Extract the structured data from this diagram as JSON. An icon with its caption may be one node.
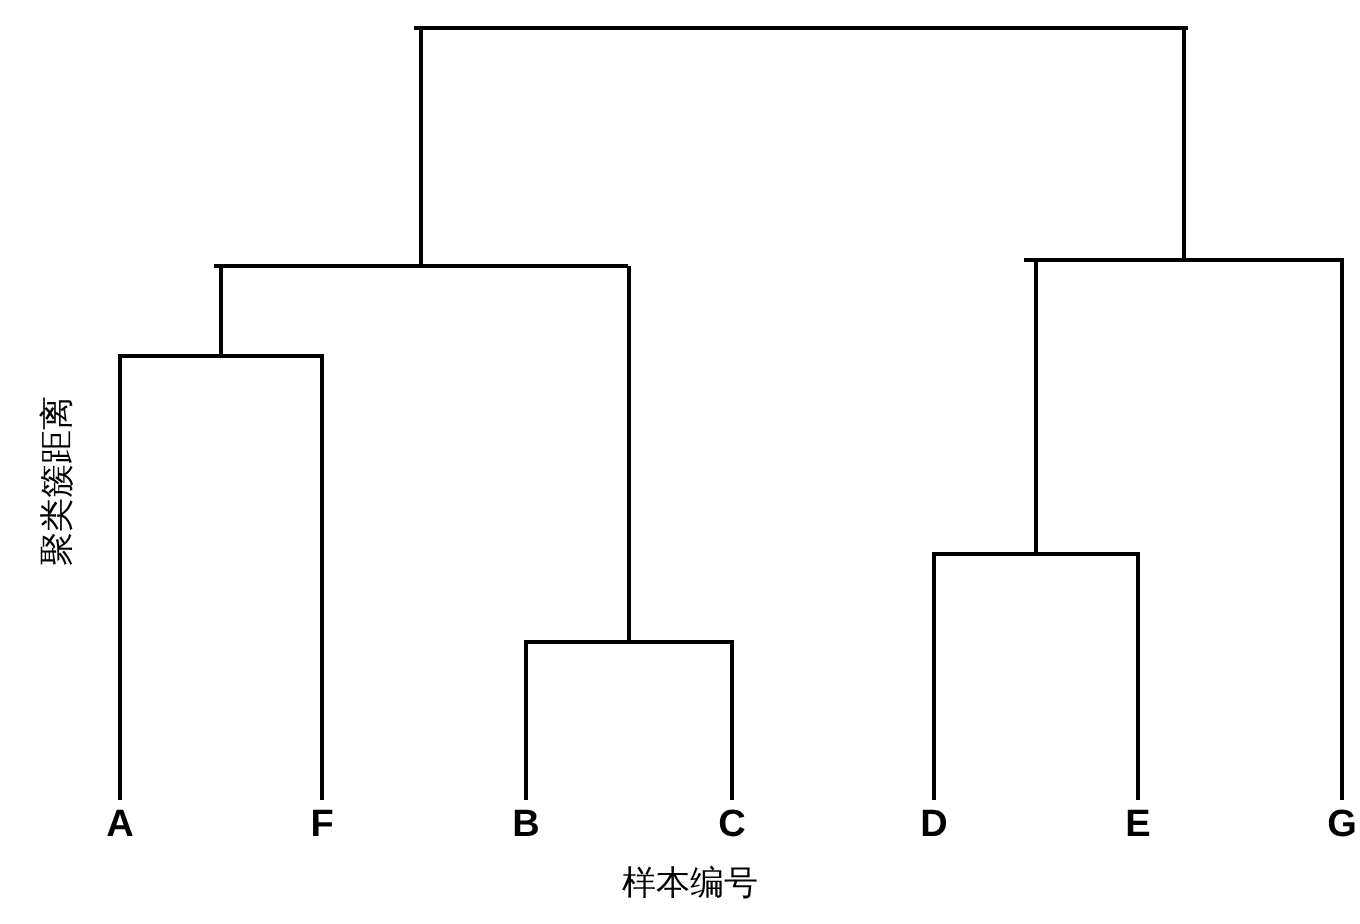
{
  "diagram": {
    "nodes": [
      {
        "text": [],
        "shape": "bar"
      },
      {
        "text": [],
        "shape": "bar"
      },
      {
        "text": [],
        "shape": "bar"
      },
      {
        "text": [],
        "shape": "bar"
      },
      {
        "text": [],
        "shape": "bar"
      },
      {
        "text": [],
        "shape": "bar"
      },
      {
        "text": [
          "A"
        ]
      },
      {
        "text": [
          "F"
        ]
      },
      {
        "text": [
          "B"
        ]
      },
      {
        "text": [
          "C"
        ]
      },
      {
        "text": [
          "D"
        ]
      },
      {
        "text": [
          "E"
        ]
      },
      {
        "text": [
          "G"
        ]
      }
    ],
    "edges": [
      {
        "from": 0,
        "to": 1,
        "arrow": "none"
      },
      {
        "from": 0,
        "to": 2,
        "arrow": "none"
      },
      {
        "from": 1,
        "to": 3,
        "arrow": "none"
      },
      {
        "from": 1,
        "to": 5,
        "arrow": "none"
      },
      {
        "from": 2,
        "to": 4,
        "arrow": "none"
      },
      {
        "from": 2,
        "to": 12,
        "arrow": "none"
      },
      {
        "from": 3,
        "to": 6,
        "arrow": "none"
      },
      {
        "from": 3,
        "to": 7,
        "arrow": "none"
      },
      {
        "from": 4,
        "to": 10,
        "arrow": "none"
      },
      {
        "from": 4,
        "to": 11,
        "arrow": "none"
      },
      {
        "from": 5,
        "to": 8,
        "arrow": "none"
      },
      {
        "from": 5,
        "to": 9,
        "arrow": "none"
      }
    ],
    "labels": [
      "聚类簇距离",
      "样本编号"
    ]
  }
}
